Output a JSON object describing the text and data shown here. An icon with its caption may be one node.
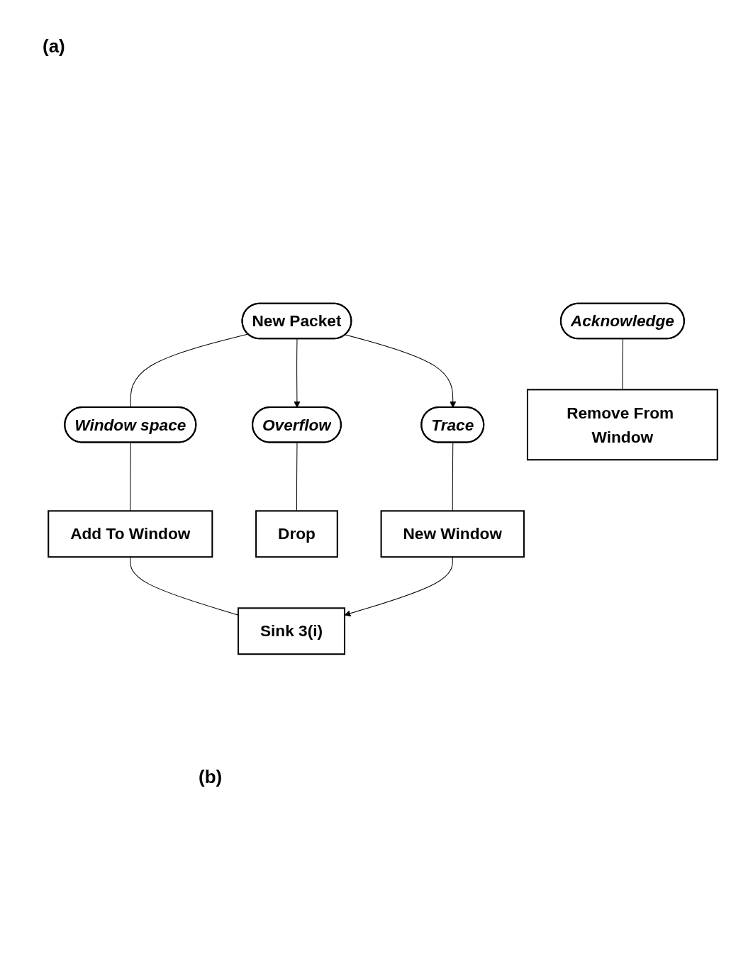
{
  "diagram": {
    "nodes": [
      {
        "text": [
          "New Packet"
        ]
      },
      {
        "text": [
          "Trace"
        ]
      },
      {
        "text": [
          "Window space"
        ]
      },
      {
        "text": [
          "Overflow"
        ]
      },
      {
        "text": [
          "New Window"
        ]
      },
      {
        "text": [
          "Drop"
        ]
      },
      {
        "text": [
          "Add To Window"
        ]
      },
      {
        "text": [
          "Sink 3(i)"
        ]
      },
      {
        "text": [
          "Acknowledge"
        ]
      },
      {
        "text": [
          "Remove From Window"
        ]
      }
    ],
    "edges": [
      {
        "from": 0,
        "to": 1,
        "arrow": "to"
      },
      {
        "from": 0,
        "to": 2,
        "arrow": "none"
      },
      {
        "from": 0,
        "to": 3,
        "arrow": "to"
      },
      {
        "from": 1,
        "to": 4,
        "arrow": "none"
      },
      {
        "from": 2,
        "to": 6,
        "arrow": "none"
      },
      {
        "from": 3,
        "to": 5,
        "arrow": "none"
      },
      {
        "from": 6,
        "to": 7,
        "arrow": "none"
      },
      {
        "from": 4,
        "to": 7,
        "arrow": "to"
      },
      {
        "from": 8,
        "to": 9,
        "arrow": "none"
      }
    ],
    "labels": [
      "(a)",
      "(b)"
    ]
  }
}
